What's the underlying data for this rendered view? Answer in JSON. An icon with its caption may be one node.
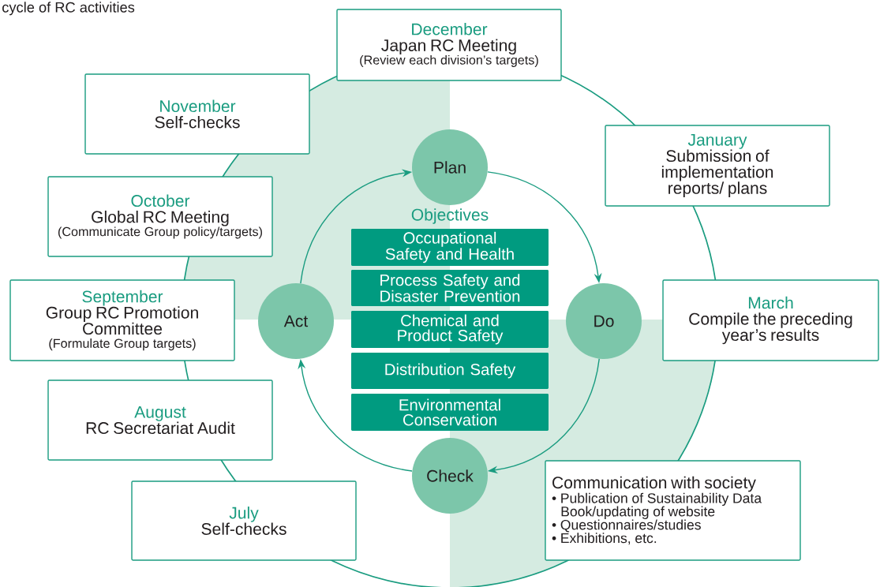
{
  "diagram": {
    "title": "cycle of RC activities",
    "nodes": [
      {
        "text": [
          "December",
          "Japan RC Meeting",
          "(Review each division’s targets)"
        ]
      },
      {
        "text": [
          "January",
          "Submission of implementation reports/ plans"
        ]
      },
      {
        "text": [
          "March",
          "Compile the preceding year’s results"
        ]
      },
      {
        "text": [
          "Communication with society",
          "• Publication of Sustainability Data Book/updating of website",
          "• Questionnaires/studies",
          "• Exhibitions, etc."
        ]
      },
      {
        "text": [
          "July",
          "Self-checks"
        ]
      },
      {
        "text": [
          "August",
          "RC Secretariat Audit"
        ]
      },
      {
        "text": [
          "September",
          "Group RC Promotion Committee",
          "(Formulate Group targets)"
        ]
      },
      {
        "text": [
          "October",
          "Global RC Meeting",
          "(Communicate Group policy/targets)"
        ]
      },
      {
        "text": [
          "November",
          "Self-checks"
        ]
      },
      {
        "text": [
          "Plan"
        ]
      },
      {
        "text": [
          "Do"
        ]
      },
      {
        "text": [
          "Check"
        ]
      },
      {
        "text": [
          "Act"
        ]
      },
      {
        "text": [
          "Occupational Safety and Health"
        ]
      },
      {
        "text": [
          "Process Safety and Disaster Prevention"
        ]
      },
      {
        "text": [
          "Chemical and Product Safety"
        ]
      },
      {
        "text": [
          "Distribution Safety"
        ]
      },
      {
        "text": [
          "Environmental Conservation"
        ]
      }
    ],
    "edges": [
      {
        "from": 9,
        "to": 10,
        "arrow": "to"
      },
      {
        "from": 10,
        "to": 11,
        "arrow": "to"
      },
      {
        "from": 11,
        "to": 12,
        "arrow": "to"
      },
      {
        "from": 12,
        "to": 9,
        "arrow": "to"
      }
    ],
    "labels": [
      "Objectives"
    ]
  }
}
